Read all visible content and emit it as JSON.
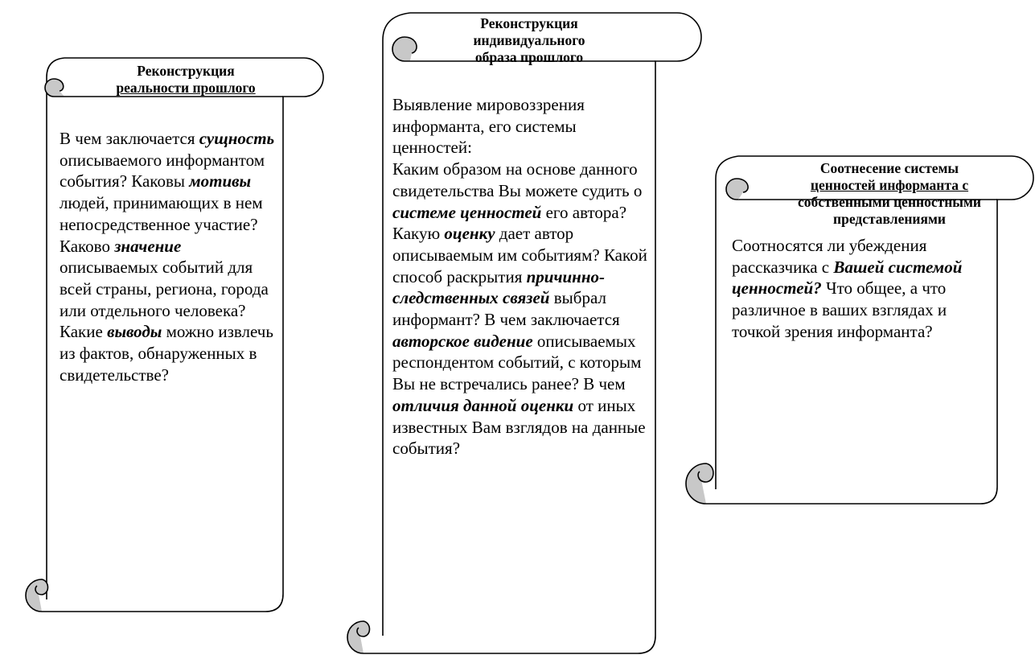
{
  "columns": [
    {
      "title_lines": [
        "Реконструкция",
        "реальности прошлого"
      ],
      "text": [
        {
          "t": "В чем заключается "
        },
        {
          "t": "сущность",
          "em": true
        },
        {
          "t": " описываемого информантом события? Каковы "
        },
        {
          "t": "мотивы",
          "em": true
        },
        {
          "t": " людей, принимающих в нем непосредственное участие? Каково "
        },
        {
          "t": "значение",
          "em": true
        },
        {
          "t": " описываемых событий для всей страны, региона, города или отдельного человека? Какие "
        },
        {
          "t": "выводы",
          "em": true
        },
        {
          "t": " можно извлечь из фактов, обнаруженных в свидетельстве?"
        }
      ]
    },
    {
      "title_lines": [
        "Реконструкция",
        "индивидуального",
        "образа прошлого"
      ],
      "text": [
        {
          "t": "Выявление мировоззрения информанта, его системы ценностей:"
        },
        {
          "br": true
        },
        {
          "t": "Каким образом на основе данного свидетельства Вы можете судить о "
        },
        {
          "t": "системе ценностей",
          "em": true
        },
        {
          "t": " его автора? Какую "
        },
        {
          "t": "оценку",
          "em": true
        },
        {
          "t": " дает автор описываемым им событиям? Какой способ раскрытия "
        },
        {
          "t": "причинно-следственных связей",
          "em": true
        },
        {
          "t": " выбрал информант? В чем заключается "
        },
        {
          "t": "авторское видение",
          "em": true
        },
        {
          "t": " описываемых респондентом событий, с которым Вы не встречались ранее? В чем "
        },
        {
          "t": "отличия данной оценки",
          "em": true
        },
        {
          "t": " от иных известных Вам взглядов на данные события?"
        }
      ]
    },
    {
      "title_lines": [
        "Соотнесение системы",
        "ценностей информанта с",
        "собственными ценностными",
        "представлениями"
      ],
      "text": [
        {
          "t": "Соотносятся ли убеждения рассказчика с "
        },
        {
          "t": "Вашей системой ценностей?",
          "em": true
        },
        {
          "t": " Что общее, а что различное в ваших взглядах и точкой зрения информанта?"
        }
      ]
    }
  ]
}
